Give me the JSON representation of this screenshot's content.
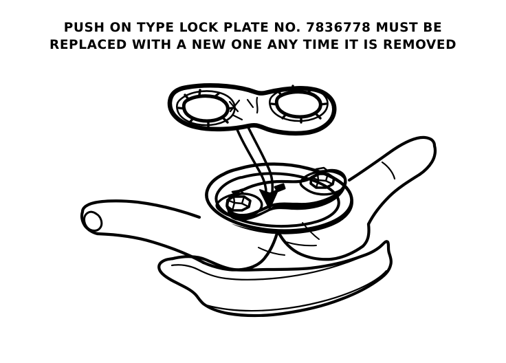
{
  "document": {
    "type": "service-manual-illustration",
    "background_color": "#ffffff",
    "ink_color": "#000000"
  },
  "caption": {
    "line1": "PUSH ON TYPE LOCK PLATE NO. 7836778 MUST BE",
    "line2": "REPLACED WITH A NEW ONE ANY TIME IT IS REMOVED",
    "part_number": "7836778"
  },
  "figure": {
    "title": "lock-plate-installation-diagram",
    "parts": {
      "lock_plate_new": "push-on type lock plate with two splined holes",
      "lock_plate_installed": "lock plate seated in recess over two fasteners",
      "fastener_left": "hex bolt head",
      "fastener_right": "hex bolt head",
      "housing": "axle / suspension arm housing",
      "flange": "cast flange",
      "arrow": "installation direction arrow pointing down"
    }
  }
}
